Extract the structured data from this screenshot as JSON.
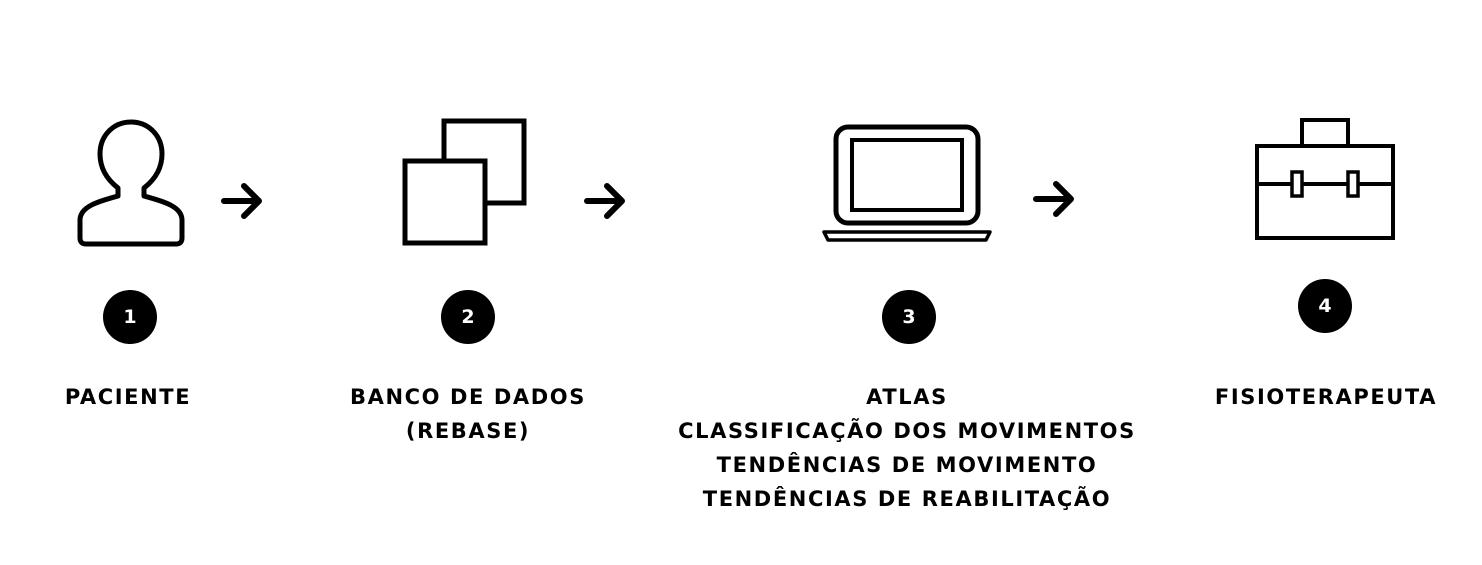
{
  "steps": [
    {
      "number": "1",
      "icon": "person-icon",
      "lines": [
        "PACIENTE"
      ]
    },
    {
      "number": "2",
      "icon": "database-copy-icon",
      "lines": [
        "BANCO DE DADOS",
        "(REBASE)"
      ]
    },
    {
      "number": "3",
      "icon": "laptop-icon",
      "lines": [
        "ATLAS",
        "CLASSIFICAÇÃO DOS MOVIMENTOS",
        "TENDÊNCIAS DE MOVIMENTO",
        "TENDÊNCIAS DE REABILITAÇÃO"
      ]
    },
    {
      "number": "4",
      "icon": "briefcase-icon",
      "lines": [
        "FISIOTERAPEUTA"
      ]
    }
  ],
  "connector_icon": "arrow-right-icon",
  "colors": {
    "ink": "#000000",
    "background": "#ffffff",
    "badge_text": "#ffffff"
  }
}
